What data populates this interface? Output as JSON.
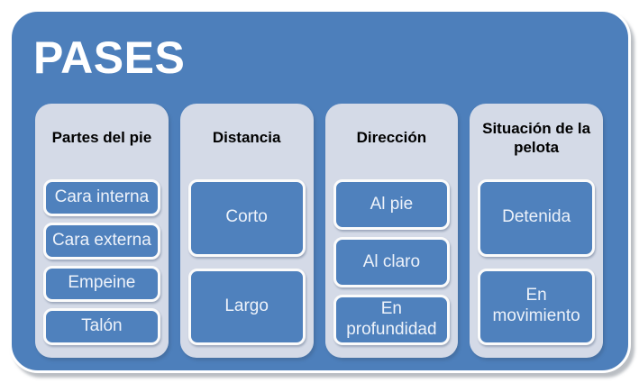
{
  "title": "PASES",
  "colors": {
    "canvas_background": "#ffffff",
    "container_blue": "#4d7fbb",
    "panel_light": "#d4dae7",
    "button_blue": "#4f81bd",
    "outline_white": "#ffffff",
    "title_text": "#ffffff",
    "header_text": "#000000",
    "button_text": "#edf2fa"
  },
  "columns": [
    {
      "header": "Partes del pie",
      "items": [
        "Cara interna",
        "Cara externa",
        "Empeine",
        "Talón"
      ]
    },
    {
      "header": "Distancia",
      "items": [
        "Corto",
        "Largo"
      ]
    },
    {
      "header": "Dirección",
      "items": [
        "Al pie",
        "Al claro",
        "En\nprofundidad"
      ]
    },
    {
      "header": "Situación de la\npelota",
      "items": [
        "Detenida",
        "En\nmovimiento"
      ]
    }
  ]
}
